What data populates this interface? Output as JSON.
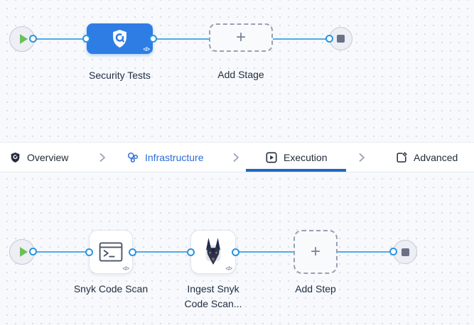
{
  "colors": {
    "accent_blue": "#2e7de4",
    "link_blue": "#2a6cd8",
    "underline_blue": "#1d6ac2",
    "connector_line": "#4dade9",
    "play_green": "#6cc05a",
    "stop_gray": "#6b7186",
    "canvas_bg": "#f7f9fc",
    "dark_text": "#232b3a"
  },
  "icons": {
    "start": "play-circle",
    "end": "stop-circle",
    "stage_security": "shield-scan",
    "step_run": "terminal-window",
    "step_ingest": "snyk-dog",
    "tab_overview": "shield",
    "tab_infrastructure": "cluster-circles",
    "tab_execution": "play-square",
    "tab_advanced": "file-gear",
    "separator": "chevron-right",
    "code_badge": "code-slash"
  },
  "stage_canvas": {
    "stage": {
      "label": "Security Tests",
      "code_badge": "</>"
    },
    "add_stage": {
      "label": "Add Stage",
      "plus": "+"
    }
  },
  "tab_bar": {
    "tabs": [
      {
        "label": "Overview",
        "active": false
      },
      {
        "label": "Infrastructure",
        "active": false,
        "highlighted": true
      },
      {
        "label": "Execution",
        "active": true
      },
      {
        "label": "Advanced",
        "active": false
      }
    ]
  },
  "execution_canvas": {
    "steps": [
      {
        "label": "Snyk Code Scan",
        "code_badge": "</>"
      },
      {
        "label_line1": "Ingest Snyk",
        "label_line2": "Code Scan...",
        "code_badge": "</>"
      }
    ],
    "add_step": {
      "label": "Add Step",
      "plus": "+"
    }
  }
}
